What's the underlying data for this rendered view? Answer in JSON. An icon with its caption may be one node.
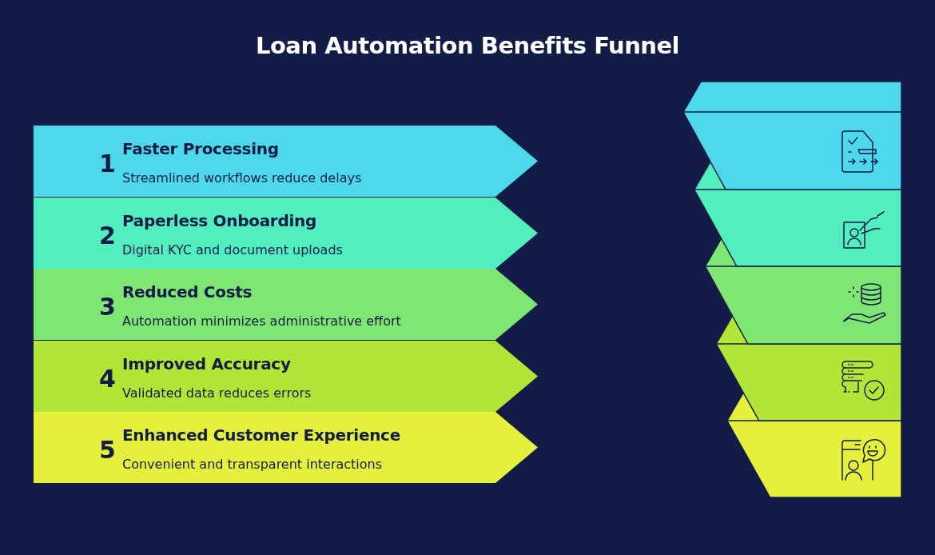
{
  "diagram": {
    "title": "Loan Automation Benefits Funnel",
    "nodes": [
      {
        "text": [
          "1",
          "Faster Processing",
          "Streamlined workflows reduce delays"
        ]
      },
      {
        "text": [
          "2",
          "Paperless Onboarding",
          "Digital KYC and document uploads"
        ]
      },
      {
        "text": [
          "3",
          "Reduced Costs",
          "Automation minimizes administrative effort"
        ]
      },
      {
        "text": [
          "4",
          "Improved Accuracy",
          "Validated data reduces errors"
        ]
      },
      {
        "text": [
          "5",
          "Enhanced Customer Experience",
          "Convenient and transparent interactions"
        ]
      }
    ],
    "edges": []
  }
}
